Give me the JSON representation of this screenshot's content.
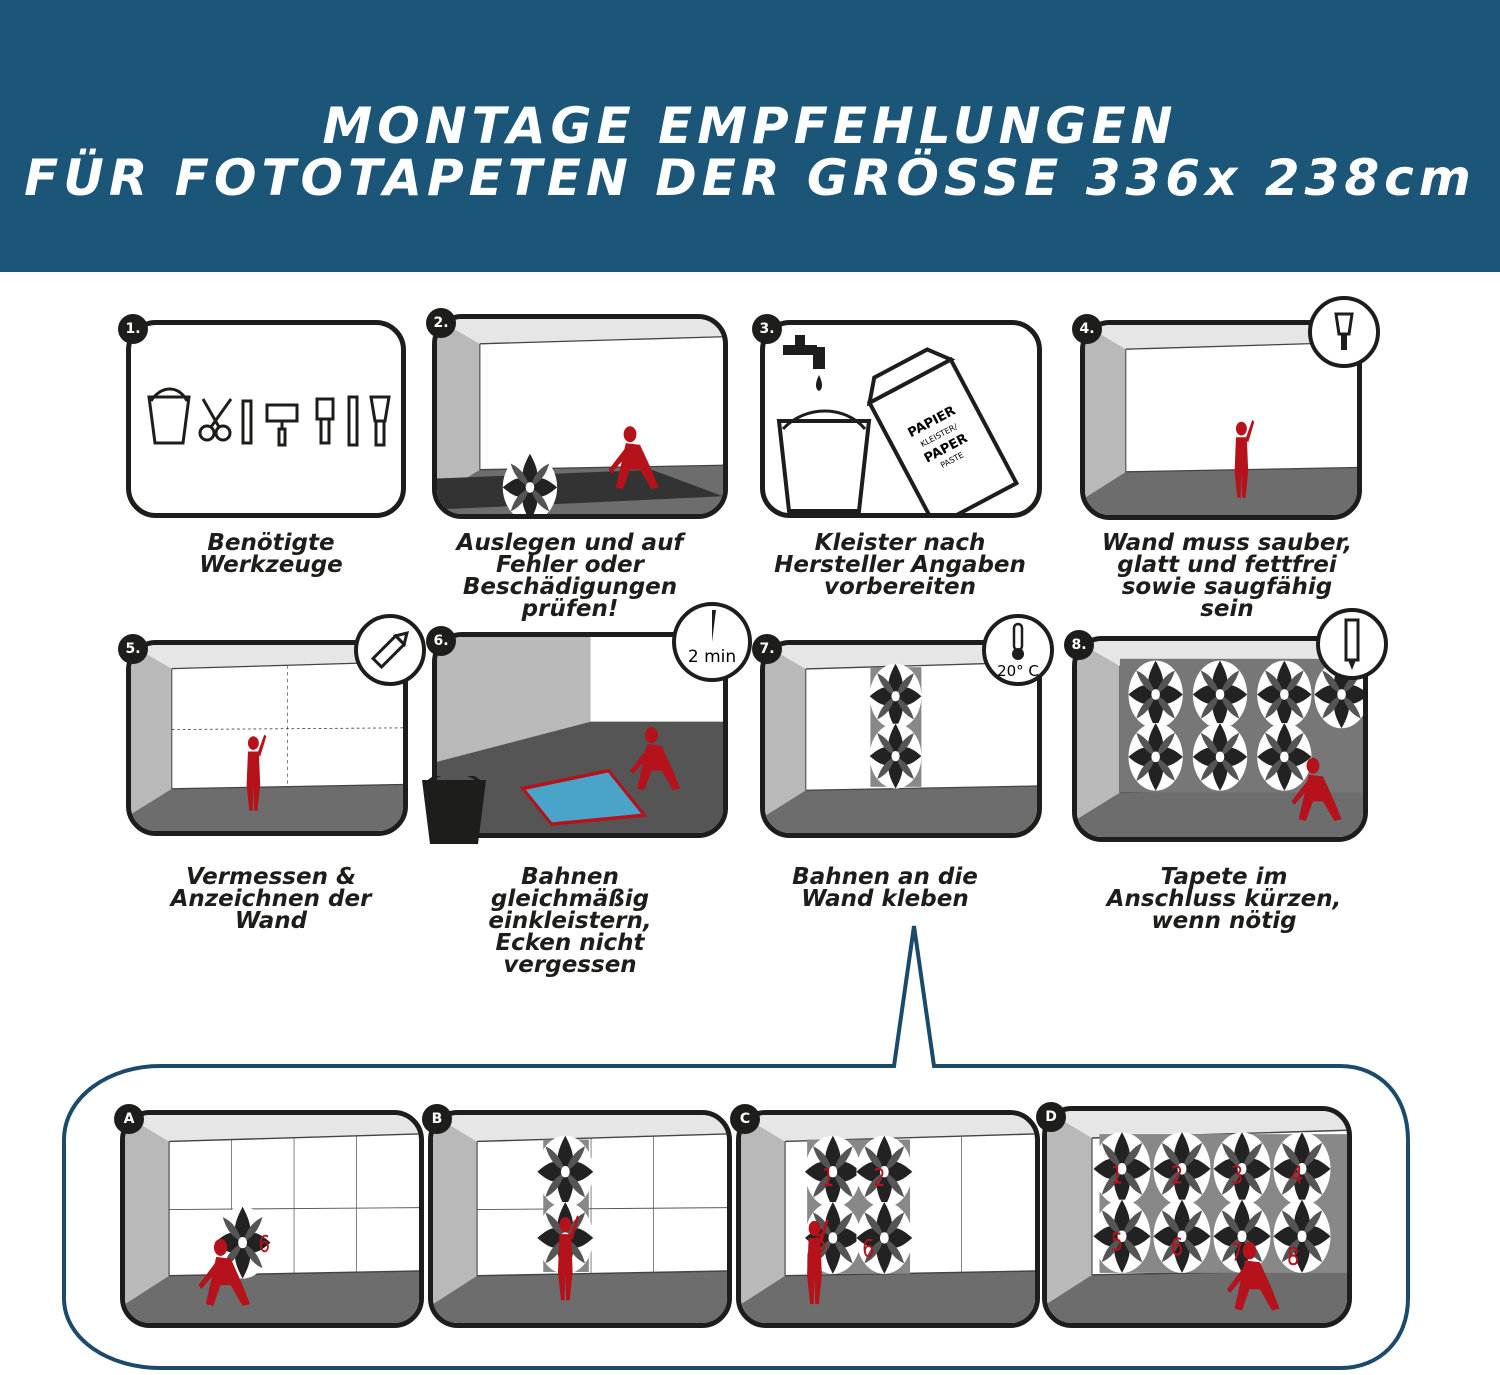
{
  "header": {
    "title_line1": "MONTAGE  EMPFEHLUNGEN",
    "title_line2": "FÜR FOTOTAPETEN DER GRÖSSE 336x 238cm"
  },
  "steps": [
    {
      "number": "1.",
      "caption": "Benötigte Werkzeuge"
    },
    {
      "number": "2.",
      "caption": "Auslegen und auf Fehler oder Beschädigungen prüfen!"
    },
    {
      "number": "3.",
      "caption": "Kleister nach Hersteller Angaben vorbereiten"
    },
    {
      "number": "4.",
      "caption": "Wand muss sauber, glatt und fettfrei sowie saugfähig sein"
    },
    {
      "number": "5.",
      "caption": "Vermessen & Anzeichnen der Wand"
    },
    {
      "number": "6.",
      "caption": "Bahnen gleichmäßig einkleistern, Ecken nicht vergessen"
    },
    {
      "number": "7.",
      "caption": "Bahnen an die Wand kleben"
    },
    {
      "number": "8.",
      "caption": "Tapete im Anschluss kürzen, wenn nötig"
    }
  ],
  "package_text": {
    "line1": "PAPIER",
    "line2": "KLEISTER/",
    "line3": "PAPER",
    "line4": "PASTE"
  },
  "timer_label": "2 min",
  "temperature_label": "20° C",
  "substeps": [
    {
      "letter": "A",
      "numbers": [
        "6"
      ]
    },
    {
      "letter": "B",
      "numbers": []
    },
    {
      "letter": "C",
      "numbers": [
        "1",
        "2",
        "5",
        "6"
      ]
    },
    {
      "letter": "D",
      "numbers": [
        "1",
        "2",
        "3",
        "4",
        "5",
        "6",
        "7",
        "8"
      ]
    }
  ],
  "colors": {
    "header": "#1b5679",
    "accent_red": "#b5121b",
    "outline": "#1d1d1b",
    "bubble": "#1b4a6b"
  }
}
